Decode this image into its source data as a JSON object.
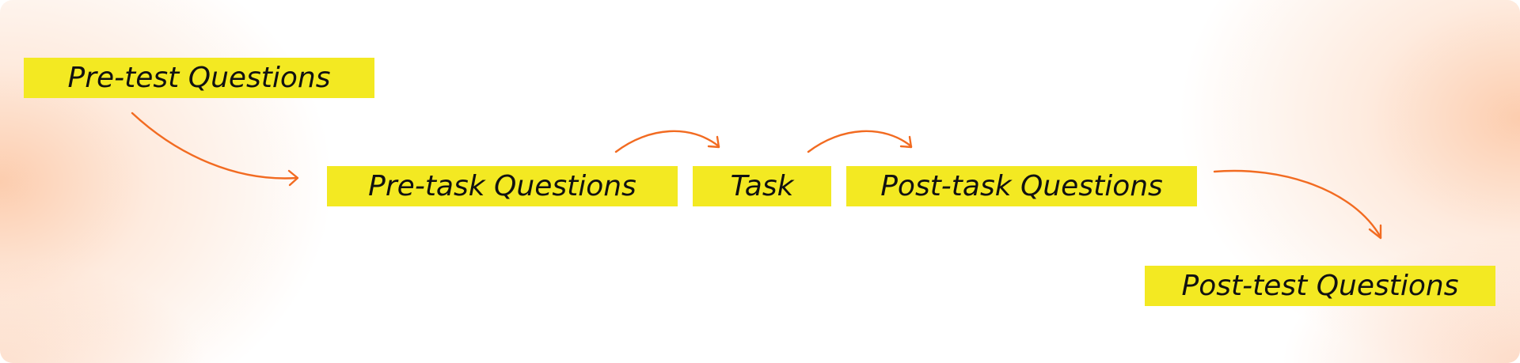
{
  "diagram": {
    "steps": [
      {
        "id": "pre-test",
        "label": "Pre-test Questions"
      },
      {
        "id": "pre-task",
        "label": "Pre-task Questions"
      },
      {
        "id": "task",
        "label": "Task"
      },
      {
        "id": "post-task",
        "label": "Post-task Questions"
      },
      {
        "id": "post-test",
        "label": "Post-test Questions"
      }
    ],
    "connections": [
      {
        "from": "pre-test",
        "to": "pre-task"
      },
      {
        "from": "pre-task",
        "to": "task"
      },
      {
        "from": "task",
        "to": "post-task"
      },
      {
        "from": "post-task",
        "to": "post-test"
      }
    ],
    "colors": {
      "box_fill": "#f3e922",
      "arrow": "#f26b21",
      "glow": "#fcc4a0",
      "text": "#111111"
    }
  }
}
